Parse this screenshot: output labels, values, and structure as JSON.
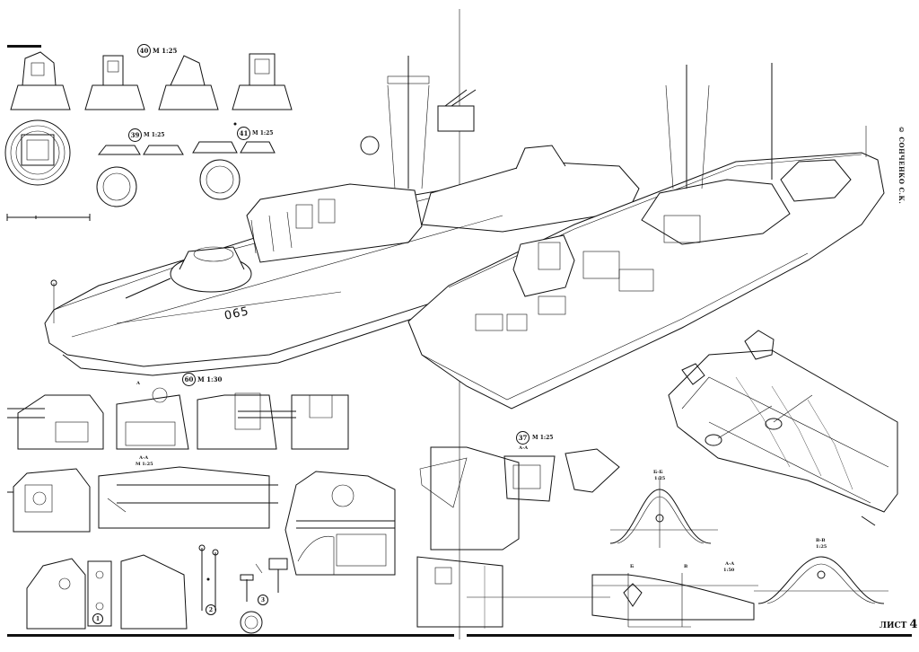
{
  "page": {
    "copyright": "© СОНЧЕНКО С.К.",
    "sheet_label": "ЛИСТ",
    "sheet_number": "4"
  },
  "details": [
    {
      "id": "40",
      "scale": "М 1:25"
    },
    {
      "id": "39",
      "scale": "М 1:25"
    },
    {
      "id": "41",
      "scale": "М 1:25"
    },
    {
      "id": "60",
      "scale": "М 1:30"
    },
    {
      "id": "37",
      "scale": "М 1:25"
    }
  ],
  "boat": {
    "hull_number": "065"
  },
  "sections": {
    "a_a_top": "А",
    "a_a_gun": "А-А",
    "a_a_gun_scale": "М 1:25",
    "a_a_37": "А-А",
    "b_b_37": "Б-Б",
    "b_b_37_scale": "1:25",
    "v_v": "В-В",
    "v_v_scale": "1:25",
    "a_a_lower": "А-А",
    "a_a_lower_scale": "1:50",
    "b_mark": "Б",
    "v_mark": "В"
  },
  "callouts": [
    "1",
    "2",
    "3"
  ]
}
